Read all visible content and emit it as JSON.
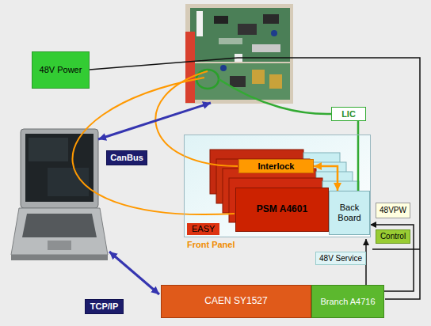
{
  "diagram": {
    "nodes": [
      {
        "text": [
          "48V Power"
        ]
      },
      {
        "text": [
          "LIC"
        ]
      },
      {
        "text": [
          "CanBus"
        ]
      },
      {
        "text": [
          "EASY"
        ]
      },
      {
        "text": [
          "Interlock"
        ],
        "in": 3
      },
      {
        "text": [
          "PSM A4601"
        ],
        "in": 3
      },
      {
        "text": [
          "Back Board"
        ],
        "in": 3
      },
      {
        "text": [
          "48VPW"
        ]
      },
      {
        "text": [
          "Control"
        ]
      },
      {
        "text": [
          "48V Service"
        ]
      },
      {
        "text": [
          "TCP/IP"
        ]
      },
      {
        "text": [
          "CAEN SY1527"
        ]
      },
      {
        "text": [
          "Branch A4716"
        ]
      }
    ],
    "edges": [
      {
        "from": 4,
        "to": 6,
        "arrow": "both"
      },
      {
        "from": 1,
        "to": 6,
        "arrow": "none"
      },
      {
        "from": 12,
        "to": 6,
        "arrow": "to"
      }
    ],
    "labels": [
      "Front Panel"
    ]
  }
}
